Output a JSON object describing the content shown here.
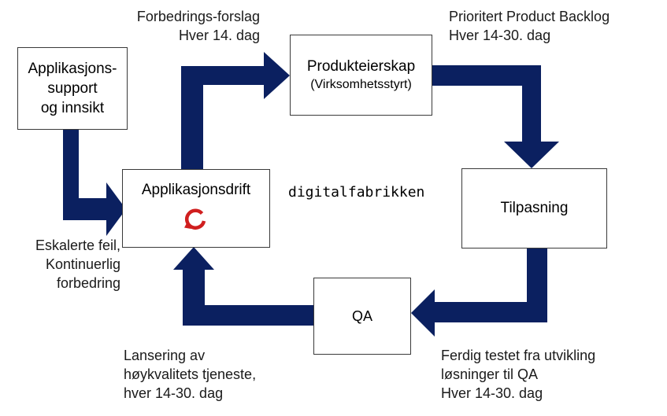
{
  "boxes": {
    "support": {
      "line1": "Applikasjons-",
      "line2": "support",
      "line3": "og innsikt"
    },
    "produkteierskap": {
      "title": "Produkteierskap",
      "subtitle": "(Virksomhetsstyrt)"
    },
    "applikasjonsdrift": {
      "title": "Applikasjonsdrift"
    },
    "tilpasning": {
      "title": "Tilpasning"
    },
    "qa": {
      "title": "QA"
    }
  },
  "center_label": "digitalfabrikken",
  "labels": {
    "forbedring": {
      "line1": "Forbedrings-forslag",
      "line2": "Hver 14. dag"
    },
    "backlog": {
      "line1": "Prioritert Product Backlog",
      "line2": "Hver 14-30. dag"
    },
    "eskalerte": {
      "line1": "Eskalerte feil,",
      "line2": "Kontinuerlig",
      "line3": "forbedring"
    },
    "lansering": {
      "line1": "Lansering av",
      "line2": "høykvalitets tjeneste,",
      "line3": "hver 14-30. dag"
    },
    "ferdig": {
      "line1": "Ferdig testet fra utvikling",
      "line2": "løsninger til QA",
      "line3": "Hver 14-30. dag"
    }
  },
  "icons": {
    "refresh": "refresh-cycle-icon"
  },
  "colors": {
    "arrow": "#0b2060",
    "refresh": "#d01f1f",
    "border": "#3a3a3a"
  }
}
